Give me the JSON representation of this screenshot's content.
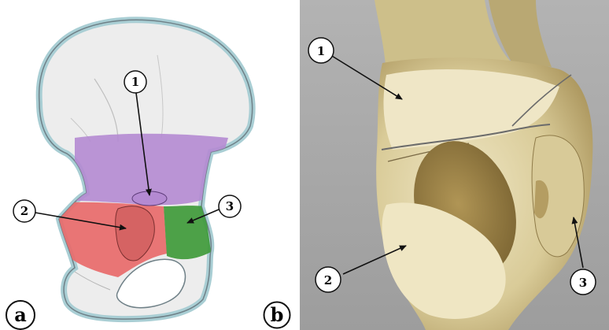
{
  "figure": {
    "panel_a": {
      "letter": "a",
      "callouts": [
        {
          "number": "1"
        },
        {
          "number": "2"
        },
        {
          "number": "3"
        }
      ],
      "colors": {
        "region_1": "#b48ad2",
        "region_2": "#e86a6a",
        "region_3": "#3f9a3a",
        "bone_fill": "#ededed",
        "bone_rim": "#a9ced4",
        "outline": "#6f8087"
      }
    },
    "panel_b": {
      "letter": "b",
      "callouts": [
        {
          "number": "1"
        },
        {
          "number": "2"
        },
        {
          "number": "3"
        }
      ],
      "colors": {
        "photo_background": "#a9a9a9",
        "bone_light": "#ede3bf",
        "bone_dark": "#9c8247"
      }
    }
  }
}
